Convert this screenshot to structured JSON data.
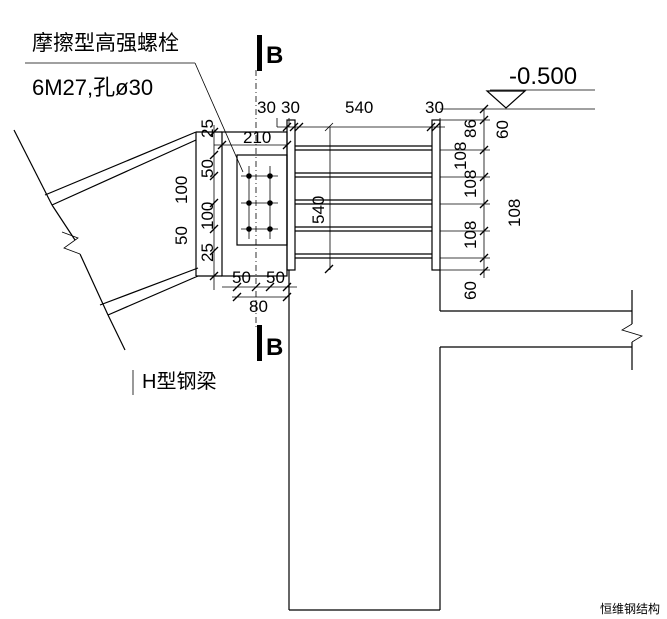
{
  "labels": {
    "bolt_name": "摩擦型高强螺栓",
    "bolt_spec": "6M27,孔ø30",
    "section_mark": "B",
    "elevation": "-0.500",
    "beam_label": "H型钢梁",
    "watermark": "恒维钢结构"
  },
  "dimensions": {
    "top_30a": "30",
    "top_30b": "30",
    "top_540": "540",
    "top_30c": "30",
    "top_210": "210",
    "left_25_top": "25",
    "left_50_top": "50",
    "left_100a": "100",
    "left_100b": "100",
    "left_50_bottom": "50",
    "left_25_bottom": "25",
    "plate_540": "540",
    "bottom_50a": "50",
    "bottom_50b": "50",
    "bottom_80": "80",
    "right_86": "86",
    "right_60_top": "60",
    "right_108a": "108",
    "right_108b": "108",
    "right_108c": "108",
    "right_108_outer": "108",
    "right_60_bottom": "60"
  }
}
